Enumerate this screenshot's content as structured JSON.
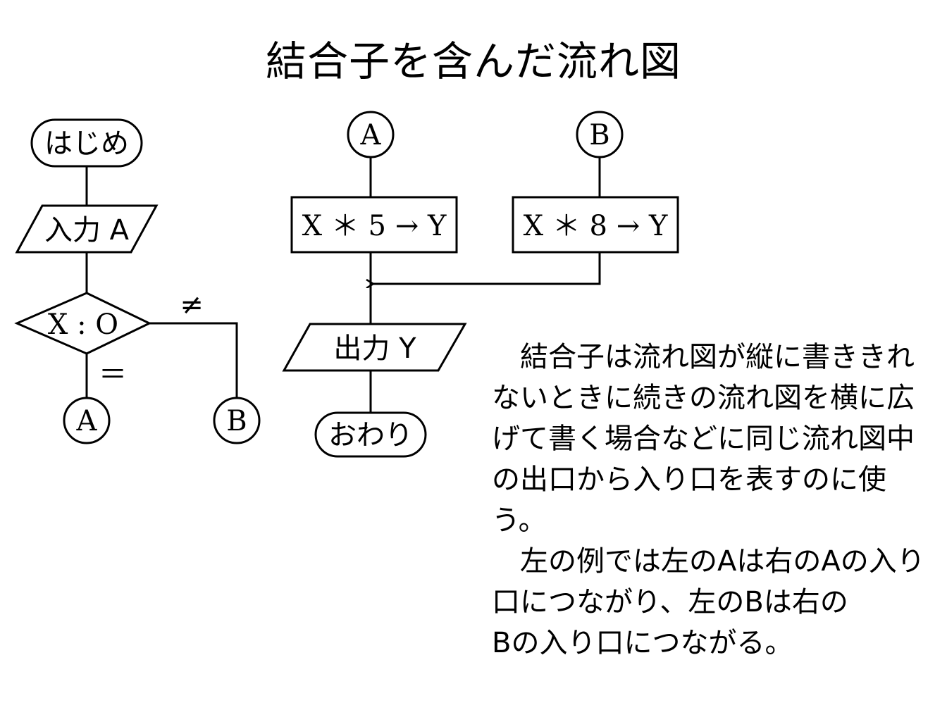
{
  "title": "結合子を含んだ流れ図",
  "flowchart_left": {
    "start": "はじめ",
    "input": "入力 A",
    "decision": "X : O",
    "branch_not_equal": "≠",
    "branch_equal": "＝",
    "connector_a": "A",
    "connector_b": "B"
  },
  "flowchart_right": {
    "connector_a": "A",
    "connector_b": "B",
    "process_a": "X ＊ 5 → Y",
    "process_b": "X ＊ 8 → Y",
    "output": "出力 Y",
    "end": "おわり"
  },
  "description": {
    "paragraph1": "　結合子は流れ図が縦に書ききれないときに続きの流れ図を横に広げて書く場合などに同じ流れ図中の出口から入り口を表すのに使う。",
    "paragraph2": "　左の例では左のAは右のAの入り口につながり、左のBは右の\nBの入り口につながる。"
  }
}
